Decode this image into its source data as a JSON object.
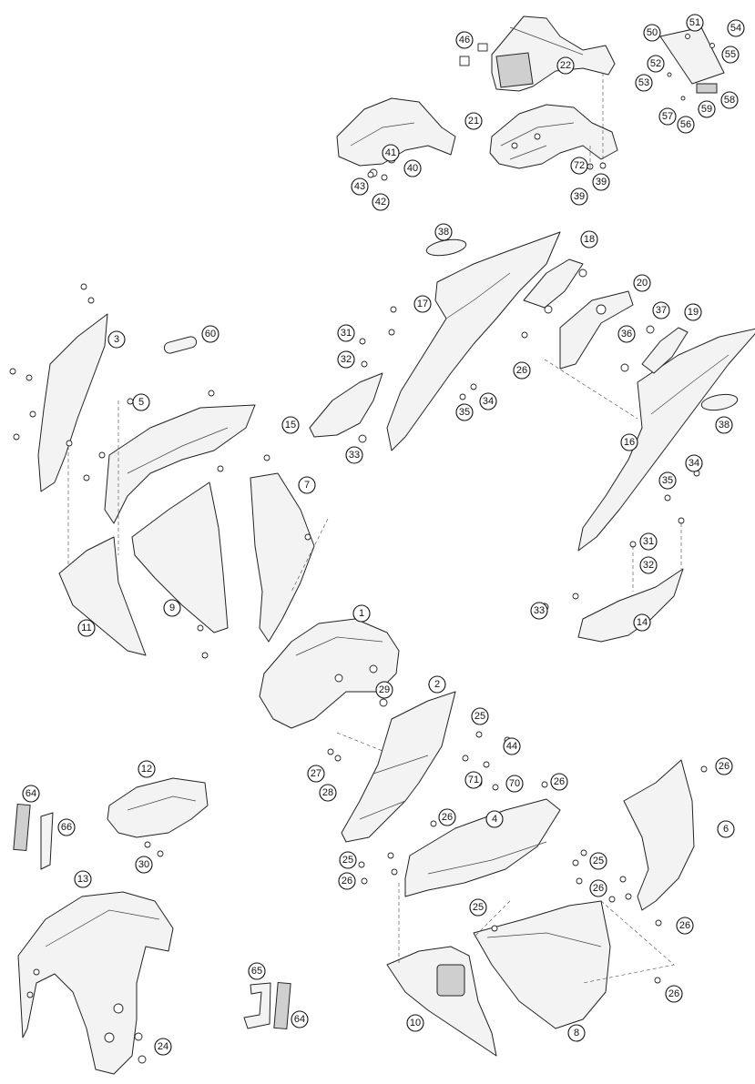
{
  "callouts": [
    "1",
    "2",
    "3",
    "4",
    "5",
    "6",
    "7",
    "8",
    "9",
    "10",
    "11",
    "12",
    "13",
    "14",
    "15",
    "16",
    "17",
    "18",
    "19",
    "20",
    "21",
    "22",
    "24",
    "25",
    "26",
    "27",
    "28",
    "29",
    "30",
    "31",
    "32",
    "33",
    "34",
    "35",
    "36",
    "37",
    "38",
    "39",
    "40",
    "41",
    "42",
    "43",
    "44",
    "46",
    "50",
    "51",
    "52",
    "53",
    "54",
    "55",
    "56",
    "57",
    "58",
    "59",
    "60",
    "64",
    "65",
    "66",
    "70",
    "71",
    "72"
  ]
}
